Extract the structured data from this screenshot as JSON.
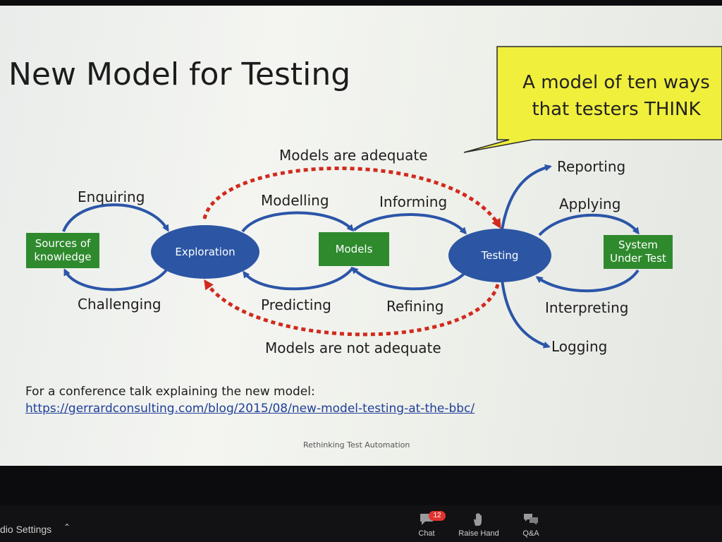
{
  "slide": {
    "title": "New Model for Testing",
    "callout": [
      "A model of ten ways",
      "that testers THINK"
    ],
    "nodes": {
      "sources": [
        "Sources of",
        "knowledge"
      ],
      "exploration": "Exploration",
      "models": "Models",
      "testing": "Testing",
      "sut": [
        "System",
        "Under Test"
      ]
    },
    "labels": {
      "enquiring": "Enquiring",
      "challenging": "Challenging",
      "modelling": "Modelling",
      "predicting": "Predicting",
      "informing": "Informing",
      "refining": "Refining",
      "reporting": "Reporting",
      "applying": "Applying",
      "interpreting": "Interpreting",
      "logging": "Logging",
      "models_adequate": "Models are adequate",
      "models_not_adequate": "Models are not adequate"
    },
    "talk_text": "For a conference talk explaining the new model:",
    "talk_link": "https://gerrardconsulting.com/blog/2015/08/new-model-testing-at-the-bbc/",
    "footer": "Rethinking Test Automation"
  },
  "zoom_bar": {
    "audio_settings": "dio Settings",
    "chat": {
      "label": "Chat",
      "badge": "12",
      "icon": "chat-icon"
    },
    "raise_hand": {
      "label": "Raise Hand",
      "icon": "hand-icon"
    },
    "qa": {
      "label": "Q&A",
      "icon": "qa-icon"
    }
  },
  "colors": {
    "node_blue": "#2c56a4",
    "node_green": "#2f8a2e",
    "arrow_blue": "#2b55a8",
    "dashed_red": "#d02a1d",
    "callout_yellow": "#f0ef3c",
    "badge_red": "#e0332f"
  }
}
